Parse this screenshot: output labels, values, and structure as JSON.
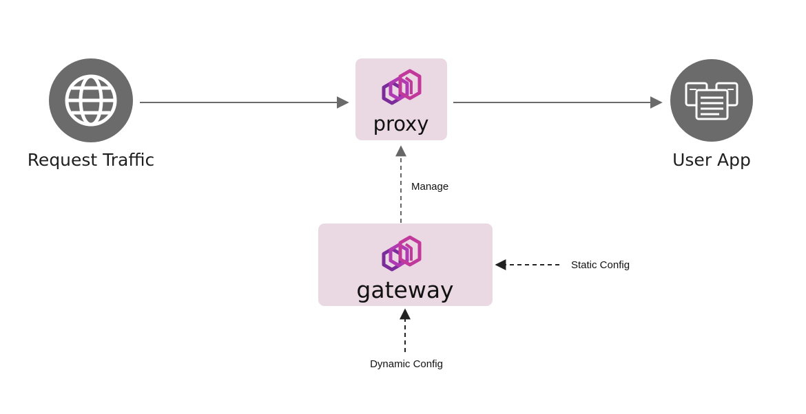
{
  "nodes": {
    "request_traffic": {
      "label": "Request Traffic",
      "icon": "globe-icon"
    },
    "proxy": {
      "label": "proxy",
      "icon": "envoy-logo-icon"
    },
    "user_app": {
      "label": "User App",
      "icon": "documents-icon"
    },
    "gateway": {
      "label": "gateway",
      "icon": "envoy-logo-icon"
    }
  },
  "edges": {
    "manage": {
      "label": "Manage"
    },
    "static_config": {
      "label": "Static Config"
    },
    "dynamic_config": {
      "label": "Dynamic Config"
    }
  },
  "colors": {
    "circle_fill": "#6b6b6b",
    "box_fill": "#ead9e3",
    "logo_pink": "#c13a9b",
    "logo_purple": "#7b2b9a",
    "logo_magenta": "#b03ab4",
    "arrow": "#6a6a6a",
    "dash_arrow": "#222222"
  }
}
